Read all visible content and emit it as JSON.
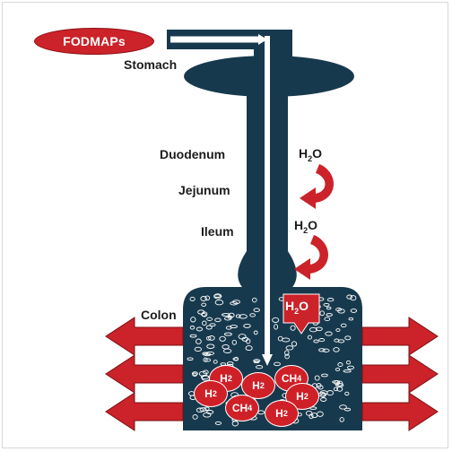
{
  "input_label": "FODMAPs",
  "segments": {
    "stomach": "Stomach",
    "duodenum": "Duodenum",
    "jejunum": "Jejunum",
    "ileum": "Ileum",
    "colon": "Colon"
  },
  "water": {
    "symbol_h": "H",
    "symbol_sub": "2",
    "symbol_o": "O"
  },
  "gases": [
    {
      "main": "H",
      "sub": "2"
    },
    {
      "main": "H",
      "sub": "2"
    },
    {
      "main": "CH",
      "sub": "4"
    },
    {
      "main": "H",
      "sub": "2"
    },
    {
      "main": "H",
      "sub": "2"
    },
    {
      "main": "CH",
      "sub": "4"
    },
    {
      "main": "H",
      "sub": "2"
    }
  ],
  "colors": {
    "gut": "#17394d",
    "accent_red": "#cc2229",
    "bubble": "#ffffff"
  }
}
